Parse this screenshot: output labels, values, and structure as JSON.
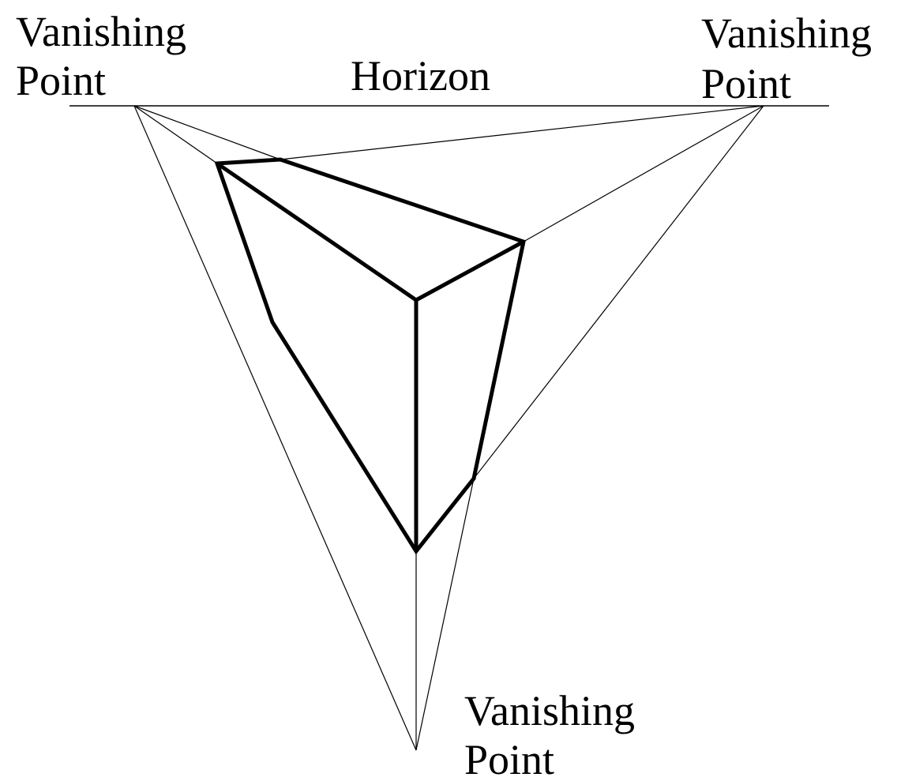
{
  "labels": {
    "vp_left_line1": "Vanishing",
    "vp_left_line2": "Point",
    "vp_right_line1": "Vanishing",
    "vp_right_line2": "Point",
    "vp_bottom_line1": "Vanishing",
    "vp_bottom_line2": "Point",
    "horizon": "Horizon"
  },
  "colors": {
    "stroke": "#000000",
    "background": "#ffffff"
  }
}
